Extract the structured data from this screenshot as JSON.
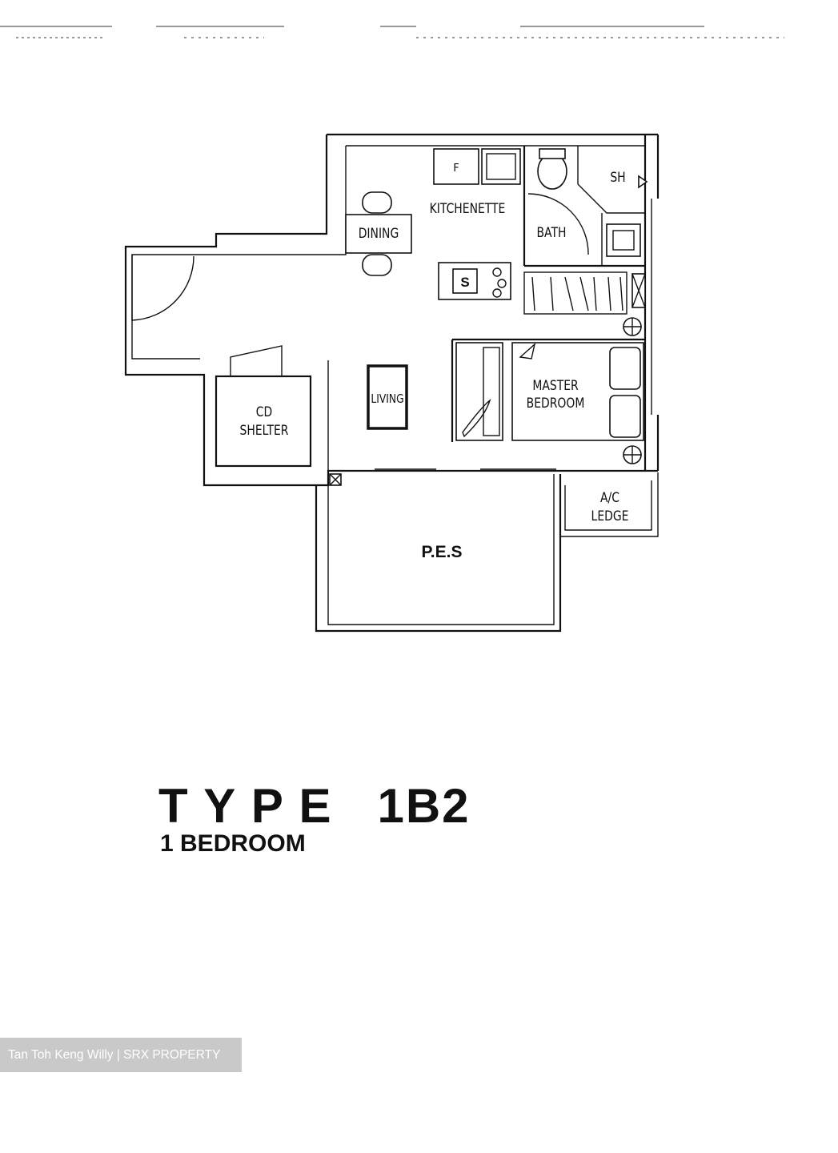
{
  "plan": {
    "rooms": {
      "kitchenette": "KITCHENETTE",
      "dining": "DINING",
      "bath": "BATH",
      "shower": "SH",
      "living": "LIVING",
      "master_bedroom_line1": "MASTER",
      "master_bedroom_line2": "BEDROOM",
      "cd_shelter_line1": "CD",
      "cd_shelter_line2": "SHELTER",
      "ac_ledge_line1": "A/C",
      "ac_ledge_line2": "LEDGE",
      "pes": "P.E.S"
    },
    "fixtures": {
      "fridge": "F",
      "sink": "S"
    }
  },
  "title": {
    "type_line": "T Y P E   1B2",
    "subtitle": "1 BEDROOM"
  },
  "watermark": "Tan Toh Keng Willy | SRX PROPERTY"
}
